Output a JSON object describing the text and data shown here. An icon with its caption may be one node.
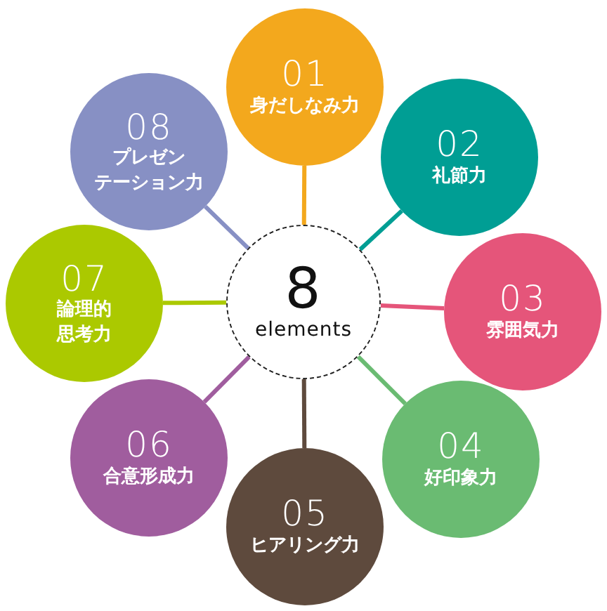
{
  "diagram": {
    "nodes": [
      {
        "text": [
          "8",
          "elements"
        ]
      },
      {
        "text": [
          "01",
          "身だしなみ力"
        ]
      },
      {
        "text": [
          "02",
          "礼節力"
        ]
      },
      {
        "text": [
          "03",
          "雰囲気力"
        ]
      },
      {
        "text": [
          "04",
          "好印象力"
        ]
      },
      {
        "text": [
          "05",
          "ヒアリング力"
        ]
      },
      {
        "text": [
          "06",
          "合意形成力"
        ]
      },
      {
        "text": [
          "07",
          "論理的思考力"
        ]
      },
      {
        "text": [
          "08",
          "プレゼンテーション力"
        ]
      }
    ],
    "edges": [
      {
        "from": 0,
        "to": 1,
        "arrow": "none",
        "color": "#f3a81d"
      },
      {
        "from": 0,
        "to": 2,
        "arrow": "none",
        "color": "#009e94"
      },
      {
        "from": 0,
        "to": 3,
        "arrow": "none",
        "color": "#e5557a"
      },
      {
        "from": 0,
        "to": 4,
        "arrow": "none",
        "color": "#6abb72"
      },
      {
        "from": 0,
        "to": 5,
        "arrow": "none",
        "color": "#5e4a3d"
      },
      {
        "from": 0,
        "to": 6,
        "arrow": "none",
        "color": "#a05d9e"
      },
      {
        "from": 0,
        "to": 7,
        "arrow": "none",
        "color": "#abc900"
      },
      {
        "from": 0,
        "to": 8,
        "arrow": "none",
        "color": "#8790c4"
      }
    ]
  }
}
